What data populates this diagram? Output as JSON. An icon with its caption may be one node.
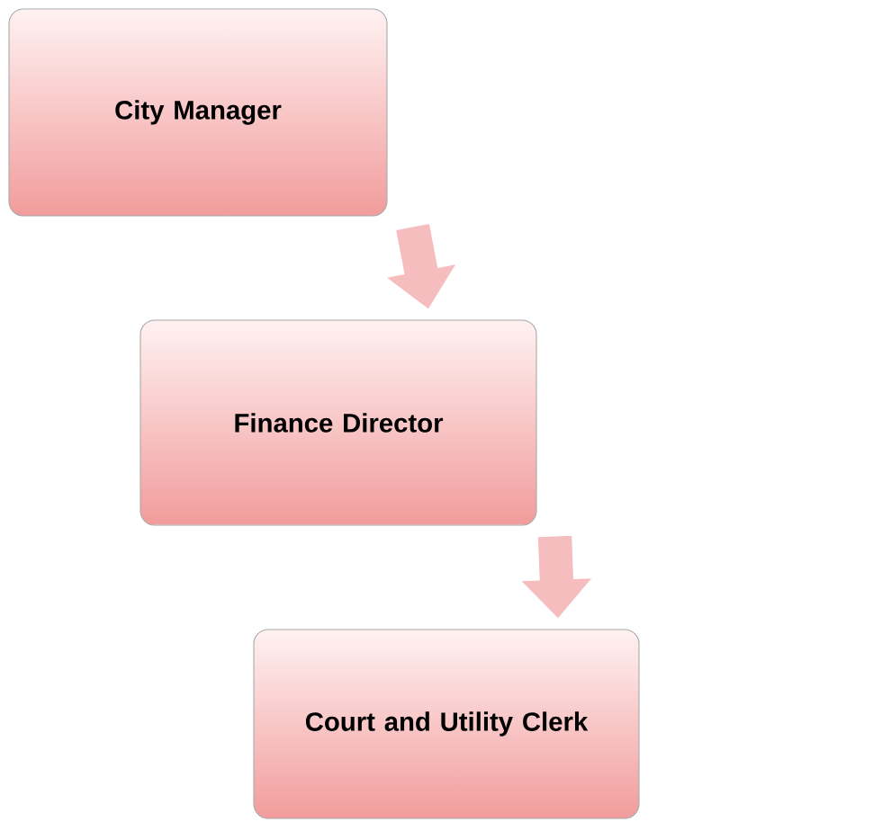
{
  "diagram": {
    "nodes": [
      {
        "text": [
          "City Manager"
        ]
      },
      {
        "text": [
          "Finance Director"
        ]
      },
      {
        "text": [
          "Court and Utility Clerk"
        ]
      }
    ],
    "edges": [
      {
        "from": 0,
        "to": 1,
        "arrow": "to"
      },
      {
        "from": 1,
        "to": 2,
        "arrow": "to"
      }
    ]
  }
}
